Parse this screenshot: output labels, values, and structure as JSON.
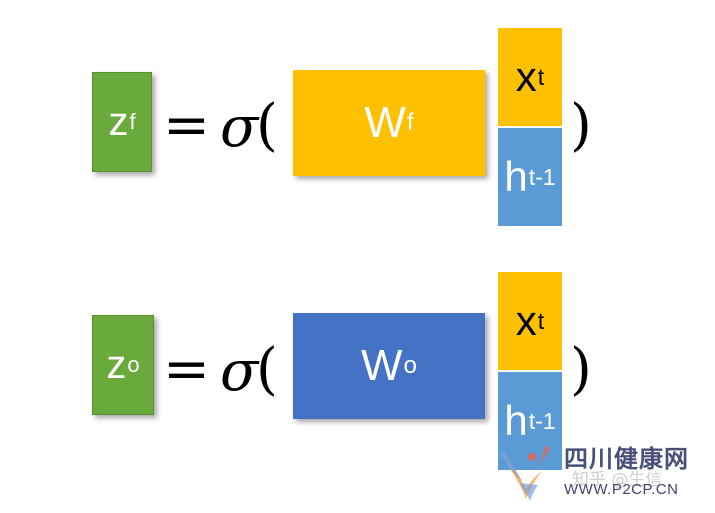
{
  "colors": {
    "green": "#6aaa3c",
    "yellow": "#ffc000",
    "blue_light": "#5b9bd5",
    "blue_dark": "#4472c4"
  },
  "equation_f": {
    "output": {
      "base": "z",
      "sup": "f"
    },
    "equals": "=",
    "sigma": "σ",
    "open_paren": "(",
    "weight": {
      "base": "W",
      "sup": "f"
    },
    "input_x": {
      "base": "x",
      "sup": "t"
    },
    "input_h": {
      "base": "h",
      "sup": "t-1"
    },
    "close_paren": ")"
  },
  "equation_o": {
    "output": {
      "base": "z",
      "sup": "o"
    },
    "equals": "=",
    "sigma": "σ",
    "open_paren": "(",
    "weight": {
      "base": "W",
      "sup": "o"
    },
    "input_x": {
      "base": "x",
      "sup": "t"
    },
    "input_h": {
      "base": "h",
      "sup": "t-1"
    },
    "close_paren": ")"
  },
  "watermark": {
    "title": "四川健康网",
    "faded_text": "知乎 @生信",
    "url": "WWW.P2CP.CN",
    "logo_icon": "bird-logo-icon"
  }
}
